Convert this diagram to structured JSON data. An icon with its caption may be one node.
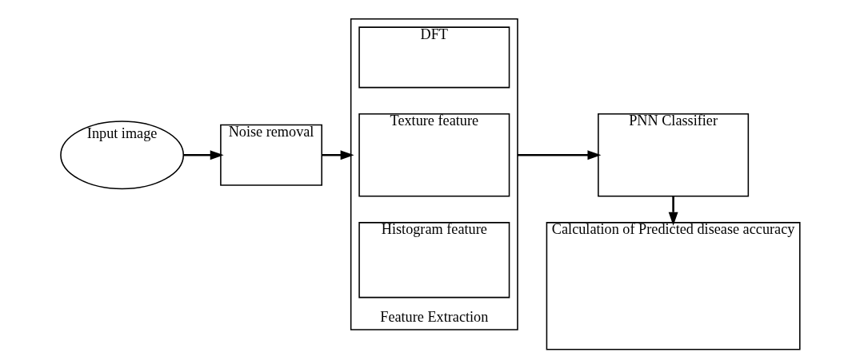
{
  "diagram": {
    "nodes": [
      {
        "text": [
          "Input image"
        ]
      },
      {
        "text": [
          "Noise removal"
        ]
      },
      {
        "text": [
          "Feature Extraction"
        ]
      },
      {
        "text": [
          "Histogram feature"
        ],
        "in": 2
      },
      {
        "text": [
          "Texture feature"
        ],
        "in": 2
      },
      {
        "text": [
          "DFT"
        ],
        "in": 2
      },
      {
        "text": [
          "PNN Classifier"
        ]
      },
      {
        "text": [
          "Calculation of Predicted disease accuracy"
        ]
      }
    ],
    "edges": [
      {
        "from": 0,
        "to": 1,
        "arrow": "to"
      },
      {
        "from": 1,
        "to": 2,
        "arrow": "to"
      },
      {
        "from": 2,
        "to": 6,
        "arrow": "to"
      },
      {
        "from": 6,
        "to": 7,
        "arrow": "to"
      }
    ]
  }
}
